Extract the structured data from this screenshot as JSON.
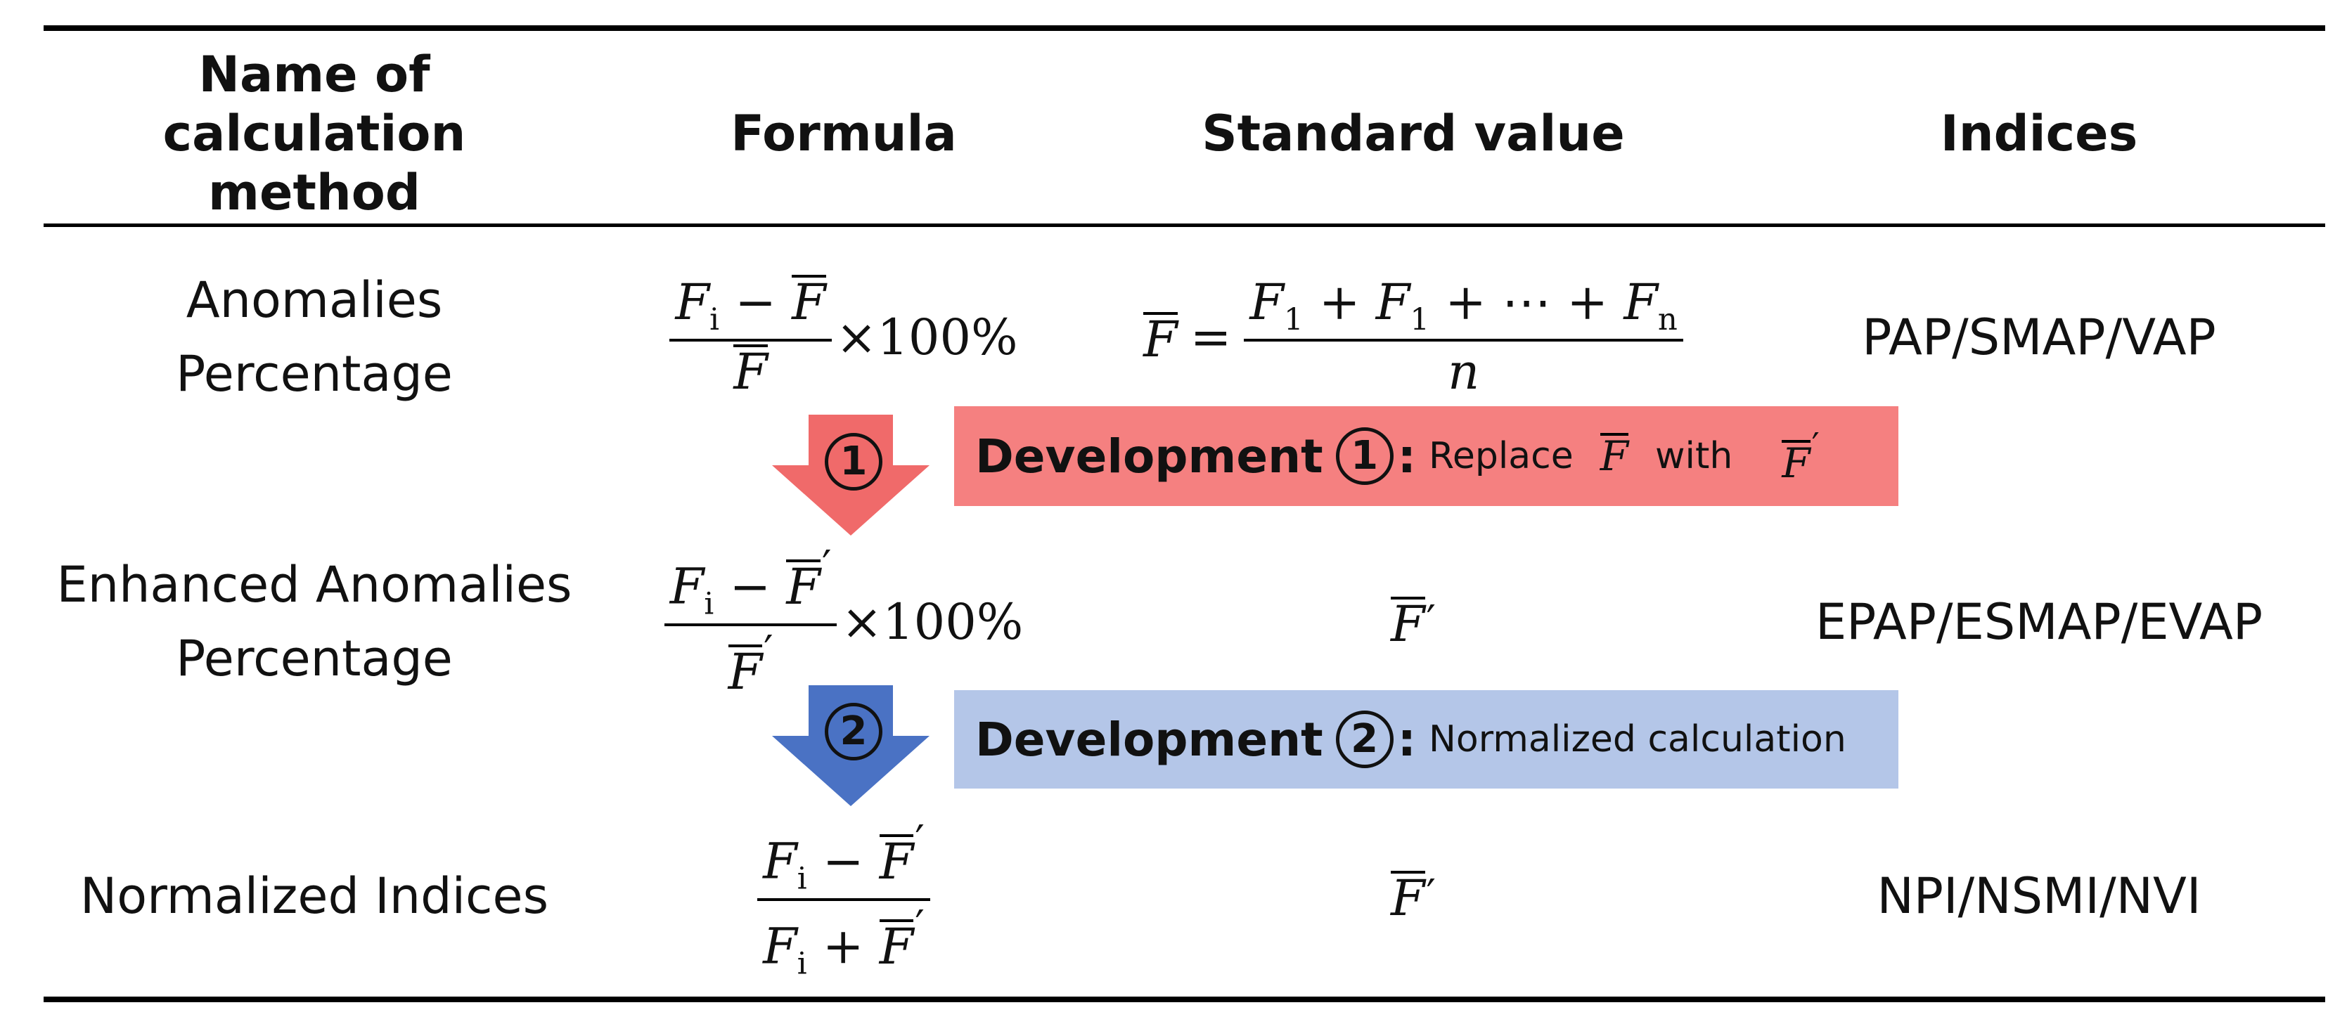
{
  "headers": {
    "method": "Name of calculation method",
    "formula": "Formula",
    "standard": "Standard value",
    "indices": "Indices"
  },
  "rows": [
    {
      "method_line1": "Anomalies",
      "method_line2": "Percentage",
      "indices": "PAP/SMAP/VAP"
    },
    {
      "method_line1": "Enhanced Anomalies",
      "method_line2": "Percentage",
      "indices": "EPAP/ESMAP/EVAP"
    },
    {
      "method_line1": "Normalized Indices",
      "method_line2": "",
      "indices": "NPI/NSMI/NVI"
    }
  ],
  "math": {
    "F": "F",
    "minus": "−",
    "plus": "+",
    "times100": "×100%",
    "sub_i": "i",
    "sub_1": "1",
    "sub_n": "n",
    "dots": "⋯",
    "n": "n",
    "equals": "=",
    "prime": "′"
  },
  "developments": [
    {
      "number": "1",
      "label": "Development",
      "colon": ":",
      "text_prefix": "Replace",
      "text_mid": "with",
      "color": "#f58080",
      "arrow_color": "#f06a6a"
    },
    {
      "number": "2",
      "label": "Development",
      "colon": ":",
      "text": "Normalized calculation",
      "color": "#b4c6e8",
      "arrow_color": "#4a72c4"
    }
  ]
}
